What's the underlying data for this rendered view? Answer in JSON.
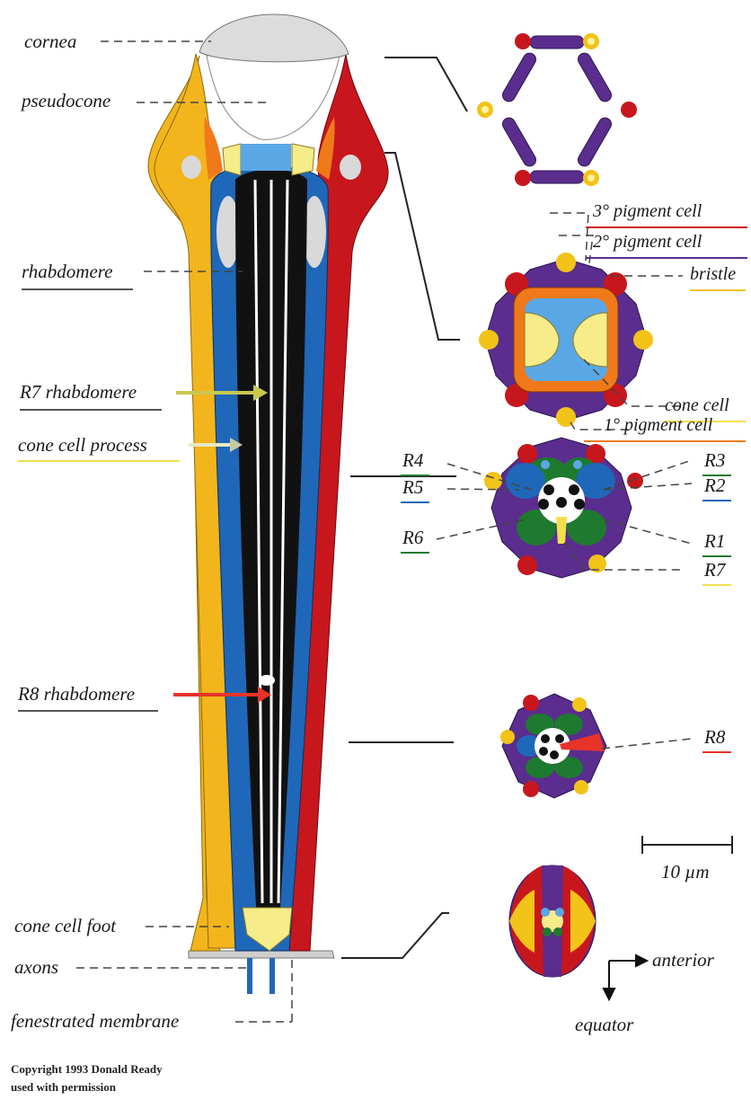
{
  "labels": {
    "cornea": "cornea",
    "pseudocone": "pseudocone",
    "rhabdomere": "rhabdomere",
    "r7_rhabdomere": "R7 rhabdomere",
    "cone_cell_process": "cone cell process",
    "r8_rhabdomere": "R8 rhabdomere",
    "cone_cell_foot": "cone cell foot",
    "axons": "axons",
    "fenestrated_membrane": "fenestrated membrane",
    "pigment_3": "3° pigment cell",
    "pigment_2": "2° pigment cell",
    "bristle": "bristle",
    "cone_cell": "cone cell",
    "pigment_1": "1° pigment cell",
    "R1": "R1",
    "R2": "R2",
    "R3": "R3",
    "R4": "R4",
    "R5": "R5",
    "R6": "R6",
    "R7": "R7",
    "R8": "R8",
    "scale": "10 µm",
    "anterior": "anterior",
    "equator": "equator"
  },
  "copyright": {
    "line1": "Copyright 1993 Donald Ready",
    "line2": "used with permission"
  },
  "colors": {
    "pigment_3": "#c8161d",
    "pigment_2": "#5b2d8e",
    "bristle": "#f2c318",
    "cone_cell": "#f7ec8a",
    "pigment_1": "#f07a1a",
    "photoreceptor_outer": "#1f67b8",
    "photoreceptor_green": "#1e7a2e",
    "r7": "#f2e04a",
    "r8": "#e8332a",
    "rhabdomere": "#111111",
    "cornea": "#dcdcdc"
  }
}
